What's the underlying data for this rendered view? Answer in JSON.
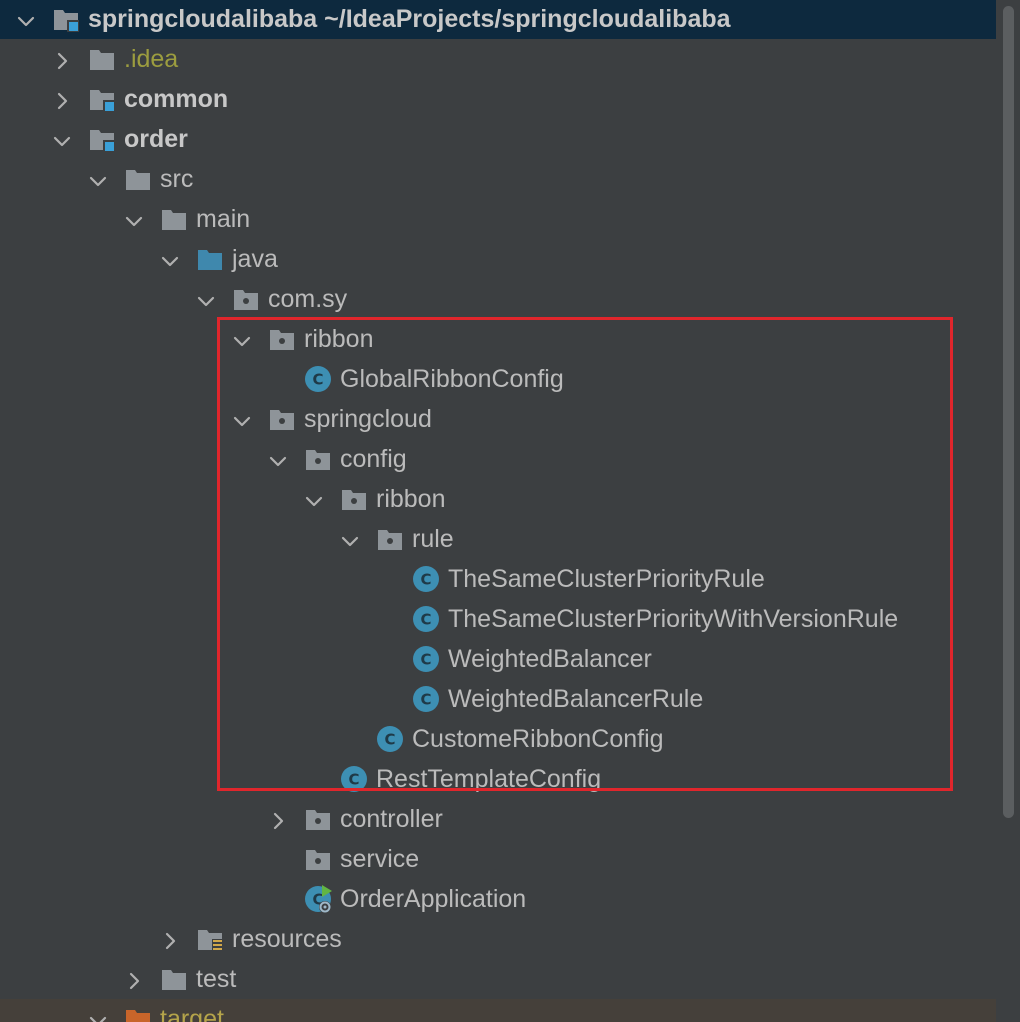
{
  "project": {
    "name": "springcloudalibaba",
    "path": "~/IdeaProjects/springcloudalibaba"
  },
  "tree": [
    {
      "label": "springcloudalibaba",
      "sublabel": "~/IdeaProjects/springcloudalibaba",
      "depth": 0,
      "expanded": true,
      "icon": "module-folder-icon",
      "style": "bold",
      "row": "root"
    },
    {
      "label": ".idea",
      "depth": 1,
      "expanded": false,
      "icon": "folder-icon",
      "style": "olive"
    },
    {
      "label": "common",
      "depth": 1,
      "expanded": false,
      "icon": "module-folder-icon",
      "style": "bold"
    },
    {
      "label": "order",
      "depth": 1,
      "expanded": true,
      "icon": "module-folder-icon",
      "style": "bold"
    },
    {
      "label": "src",
      "depth": 2,
      "expanded": true,
      "icon": "folder-icon"
    },
    {
      "label": "main",
      "depth": 3,
      "expanded": true,
      "icon": "folder-icon"
    },
    {
      "label": "java",
      "depth": 4,
      "expanded": true,
      "icon": "source-root-folder-icon"
    },
    {
      "label": "com.sy",
      "depth": 5,
      "expanded": true,
      "icon": "package-icon"
    },
    {
      "label": "ribbon",
      "depth": 6,
      "expanded": true,
      "icon": "package-icon"
    },
    {
      "label": "GlobalRibbonConfig",
      "depth": 7,
      "icon": "class-icon"
    },
    {
      "label": "springcloud",
      "depth": 6,
      "expanded": true,
      "icon": "package-icon"
    },
    {
      "label": "config",
      "depth": 7,
      "expanded": true,
      "icon": "package-icon"
    },
    {
      "label": "ribbon",
      "depth": 8,
      "expanded": true,
      "icon": "package-icon"
    },
    {
      "label": "rule",
      "depth": 9,
      "expanded": true,
      "icon": "package-icon"
    },
    {
      "label": "TheSameClusterPriorityRule",
      "depth": 10,
      "icon": "class-icon"
    },
    {
      "label": "TheSameClusterPriorityWithVersionRule",
      "depth": 10,
      "icon": "class-icon"
    },
    {
      "label": "WeightedBalancer",
      "depth": 10,
      "icon": "class-icon"
    },
    {
      "label": "WeightedBalancerRule",
      "depth": 10,
      "icon": "class-icon"
    },
    {
      "label": "CustomeRibbonConfig",
      "depth": 9,
      "icon": "class-icon"
    },
    {
      "label": "RestTemplateConfig",
      "depth": 8,
      "icon": "class-icon"
    },
    {
      "label": "controller",
      "depth": 7,
      "expanded": false,
      "icon": "package-icon"
    },
    {
      "label": "service",
      "depth": 7,
      "icon": "package-icon"
    },
    {
      "label": "OrderApplication",
      "depth": 7,
      "icon": "spring-boot-application-icon"
    },
    {
      "label": "resources",
      "depth": 4,
      "expanded": false,
      "icon": "resources-folder-icon"
    },
    {
      "label": "test",
      "depth": 3,
      "expanded": false,
      "icon": "folder-icon"
    },
    {
      "label": "target",
      "depth": 2,
      "expanded": true,
      "icon": "excluded-folder-icon",
      "style": "orange",
      "row": "excluded"
    }
  ],
  "colors": {
    "background": "#3c3f41",
    "root_row": "#0d293e",
    "folder": "#8e9499",
    "source_root": "#3f88ad",
    "module_marker": "#3aa0d8",
    "class_icon": "#3d8fb3",
    "excluded_folder": "#c8652a",
    "highlight_box": "#e0262c",
    "spring_green": "#62b543"
  }
}
